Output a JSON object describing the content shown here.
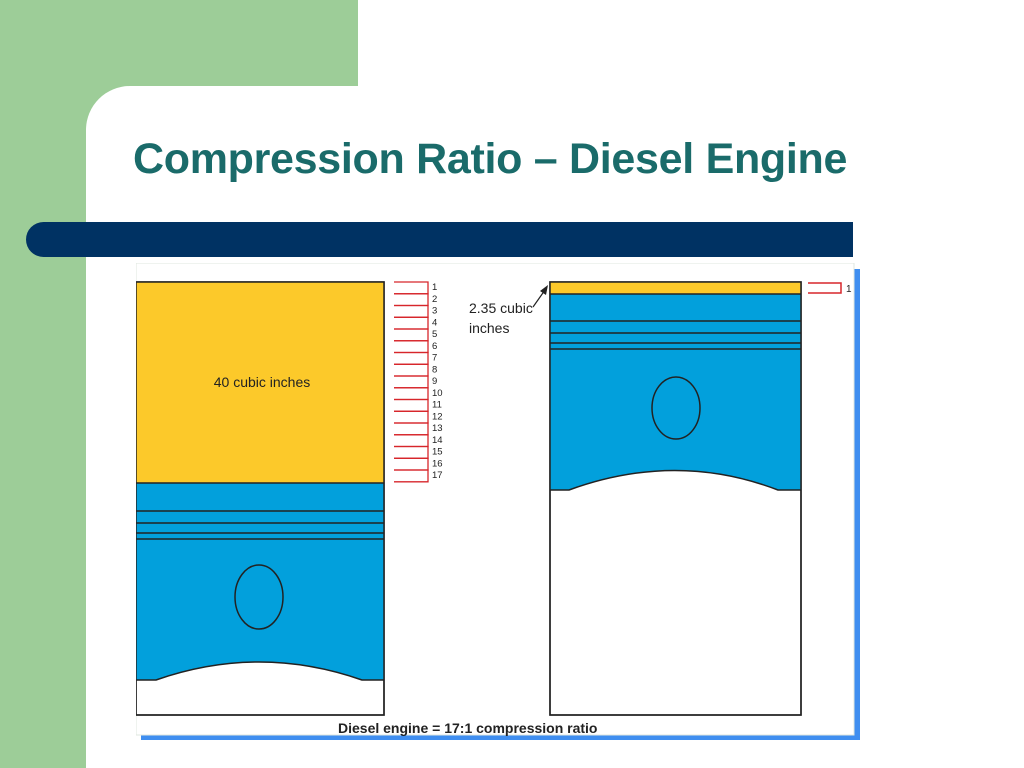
{
  "slide": {
    "title": "Compression Ratio – Diesel Engine"
  },
  "figure": {
    "left_cylinder": {
      "volume_label": "40 cubic inches",
      "scale_labels": [
        "1",
        "2",
        "3",
        "4",
        "5",
        "6",
        "7",
        "8",
        "9",
        "10",
        "11",
        "12",
        "13",
        "14",
        "15",
        "16",
        "17"
      ]
    },
    "right_cylinder": {
      "volume_label_line1": "2.35 cubic",
      "volume_label_line2": "inches",
      "scale_label": "1"
    },
    "caption": "Diesel engine = 17:1 compression ratio",
    "colors": {
      "chamber": "#fcc92a",
      "piston": "#02a0dc",
      "scale_marker": "#d7262b",
      "frame_shadow": "#3f8ef0",
      "title": "#1a6b6a",
      "title_bar": "#003263",
      "sidebar": "#9dcd98"
    }
  }
}
